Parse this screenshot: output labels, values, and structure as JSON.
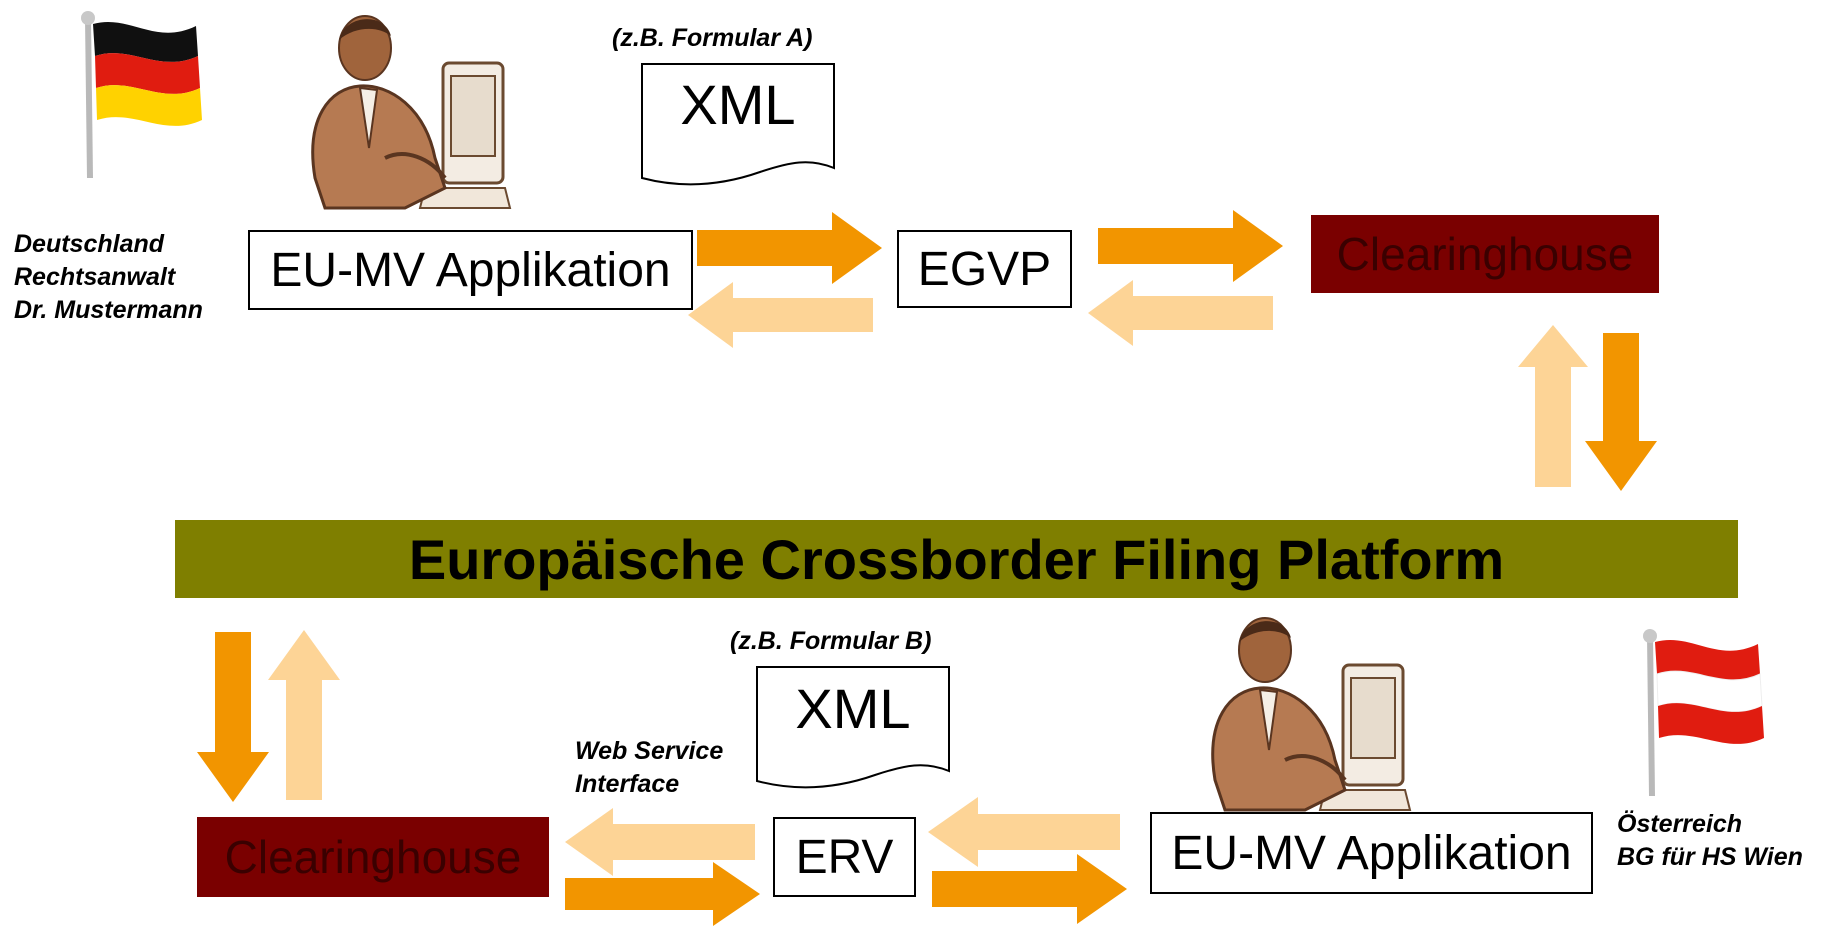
{
  "top": {
    "note_de": "(z.B. Formular A)",
    "xml_doc": "XML",
    "app": "EU-MV Applikation",
    "egvp": "EGVP",
    "clearinghouse": "Clearinghouse",
    "location_lines": [
      "Deutschland",
      "Rechtsanwalt",
      "Dr. Mustermann"
    ]
  },
  "platform": {
    "title": "Europäische Crossborder Filing Platform"
  },
  "bottom": {
    "note_at": "(z.B. Formular B)",
    "xml_doc": "XML",
    "ws_lines": [
      "Web Service",
      "Interface"
    ],
    "clearinghouse": "Clearinghouse",
    "erv": "ERV",
    "app": "EU-MV Applikation",
    "location_lines": [
      "Österreich",
      "BG für HS Wien"
    ]
  },
  "colors": {
    "arrow_dark": "#f29500",
    "arrow_light": "#fdd496",
    "clearinghouse_bg": "#7a0000",
    "platform_bg": "#7f7f00"
  },
  "icons": [
    "germany-flag-icon",
    "austria-flag-icon",
    "computer-user-icon"
  ]
}
